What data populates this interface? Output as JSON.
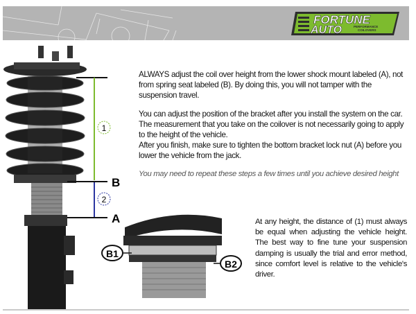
{
  "logo": {
    "line1": "FORTUNE",
    "line2": "AUTO",
    "tagline1": "PERFORMANCE",
    "tagline2": "COILOVERS"
  },
  "diagram": {
    "label_1": "1",
    "label_2": "2",
    "label_a": "A",
    "label_b": "B",
    "label_b1": "B1",
    "label_b2": "B2"
  },
  "instructions": {
    "p1": "ALWAYS adjust the coil over height from the lower shock mount labeled (A), not from spring seat labeled (B). By doing this, you will not tamper with the suspension travel.",
    "p2": "You can adjust the position of the bracket after you install the system on the car. The measurement that you take on the coilover is not necessarily going to apply to the height of the vehicle.",
    "p3": "After you finish, make sure to tighten the bottom bracket lock nut (A) before you lower the vehicle from the jack.",
    "note": "You may need to repeat these steps a few times until you achieve desired height"
  },
  "damping_note": "At any height, the distance of (1) must always be equal when adjusting the vehicle height. The best way to fine tune your suspension damping is usually the trial and error method, since comfort level is relative to the vehicle's driver.",
  "colors": {
    "green": "#7dbb2e",
    "blue": "#2a35a0",
    "banner": "#b4b4b4"
  }
}
